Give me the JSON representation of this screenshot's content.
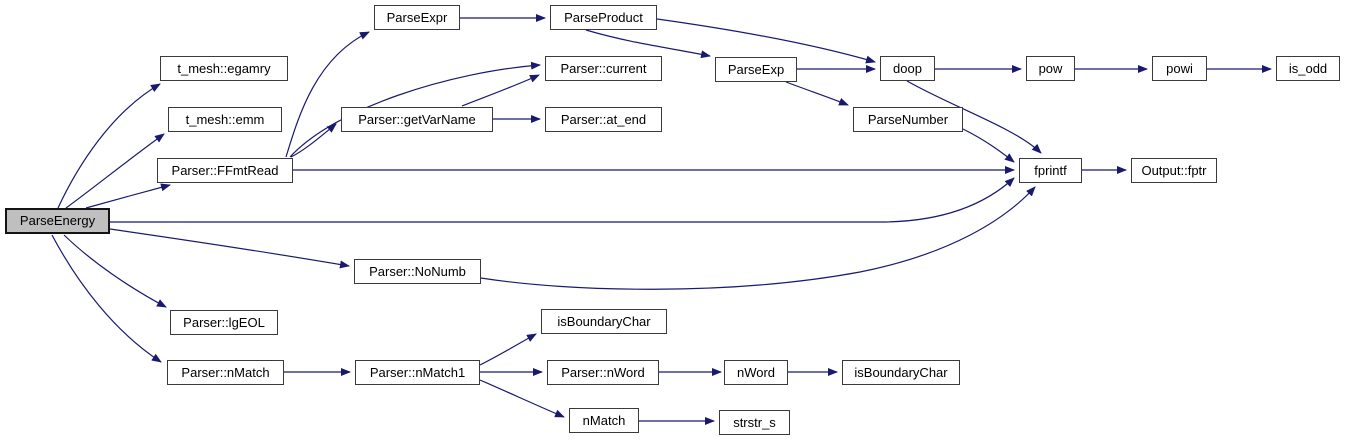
{
  "diagram": {
    "type": "call-graph",
    "root": "ParseEnergy",
    "colors": {
      "edge": "#191970",
      "node_border": "#3a3a3a",
      "node_fill": "#ffffff",
      "root_fill": "#bfbfbf",
      "background": "#ffffff",
      "text": "#000000"
    }
  },
  "nodes": [
    {
      "id": "ParseEnergy",
      "label": "ParseEnergy"
    },
    {
      "id": "egamry",
      "label": "t_mesh::egamry"
    },
    {
      "id": "emm",
      "label": "t_mesh::emm"
    },
    {
      "id": "FFmtRead",
      "label": "Parser::FFmtRead"
    },
    {
      "id": "ParseExpr",
      "label": "ParseExpr"
    },
    {
      "id": "ParseProduct",
      "label": "ParseProduct"
    },
    {
      "id": "current",
      "label": "Parser::current"
    },
    {
      "id": "getVarName",
      "label": "Parser::getVarName"
    },
    {
      "id": "at_end",
      "label": "Parser::at_end"
    },
    {
      "id": "ParseExp",
      "label": "ParseExp"
    },
    {
      "id": "doop",
      "label": "doop"
    },
    {
      "id": "pow",
      "label": "pow"
    },
    {
      "id": "powi",
      "label": "powi"
    },
    {
      "id": "is_odd",
      "label": "is_odd"
    },
    {
      "id": "ParseNumber",
      "label": "ParseNumber"
    },
    {
      "id": "fprintf",
      "label": "fprintf"
    },
    {
      "id": "Output_fptr",
      "label": "Output::fptr"
    },
    {
      "id": "NoNumb",
      "label": "Parser::NoNumb"
    },
    {
      "id": "lgEOL",
      "label": "Parser::lgEOL"
    },
    {
      "id": "nMatch_m",
      "label": "Parser::nMatch"
    },
    {
      "id": "nMatch1",
      "label": "Parser::nMatch1"
    },
    {
      "id": "isBoundaryChar",
      "label": "isBoundaryChar"
    },
    {
      "id": "nWord_m",
      "label": "Parser::nWord"
    },
    {
      "id": "nWord",
      "label": "nWord"
    },
    {
      "id": "isBoundaryChar2",
      "label": "isBoundaryChar"
    },
    {
      "id": "nMatch",
      "label": "nMatch"
    },
    {
      "id": "strstr_s",
      "label": "strstr_s"
    }
  ],
  "edges": [
    {
      "from": "ParseEnergy",
      "to": "t_mesh::egamry"
    },
    {
      "from": "ParseEnergy",
      "to": "t_mesh::emm"
    },
    {
      "from": "ParseEnergy",
      "to": "Parser::FFmtRead"
    },
    {
      "from": "ParseEnergy",
      "to": "fprintf"
    },
    {
      "from": "ParseEnergy",
      "to": "Parser::NoNumb"
    },
    {
      "from": "ParseEnergy",
      "to": "Parser::lgEOL"
    },
    {
      "from": "ParseEnergy",
      "to": "Parser::nMatch"
    },
    {
      "from": "Parser::FFmtRead",
      "to": "ParseExpr"
    },
    {
      "from": "Parser::FFmtRead",
      "to": "Parser::current"
    },
    {
      "from": "Parser::FFmtRead",
      "to": "Parser::getVarName"
    },
    {
      "from": "Parser::FFmtRead",
      "to": "fprintf"
    },
    {
      "from": "ParseExpr",
      "to": "ParseProduct"
    },
    {
      "from": "ParseProduct",
      "to": "ParseExp"
    },
    {
      "from": "ParseProduct",
      "to": "doop"
    },
    {
      "from": "ParseExp",
      "to": "doop"
    },
    {
      "from": "ParseExp",
      "to": "ParseNumber"
    },
    {
      "from": "doop",
      "to": "pow"
    },
    {
      "from": "doop",
      "to": "fprintf"
    },
    {
      "from": "pow",
      "to": "powi"
    },
    {
      "from": "powi",
      "to": "is_odd"
    },
    {
      "from": "ParseNumber",
      "to": "fprintf"
    },
    {
      "from": "Parser::NoNumb",
      "to": "fprintf"
    },
    {
      "from": "fprintf",
      "to": "Output::fptr"
    },
    {
      "from": "Parser::getVarName",
      "to": "Parser::current"
    },
    {
      "from": "Parser::getVarName",
      "to": "Parser::at_end"
    },
    {
      "from": "Parser::nMatch",
      "to": "Parser::nMatch1"
    },
    {
      "from": "Parser::nMatch1",
      "to": "isBoundaryChar"
    },
    {
      "from": "Parser::nMatch1",
      "to": "Parser::nWord"
    },
    {
      "from": "Parser::nMatch1",
      "to": "nMatch"
    },
    {
      "from": "Parser::nWord",
      "to": "nWord"
    },
    {
      "from": "nWord",
      "to": "isBoundaryChar"
    },
    {
      "from": "nMatch",
      "to": "strstr_s"
    }
  ]
}
